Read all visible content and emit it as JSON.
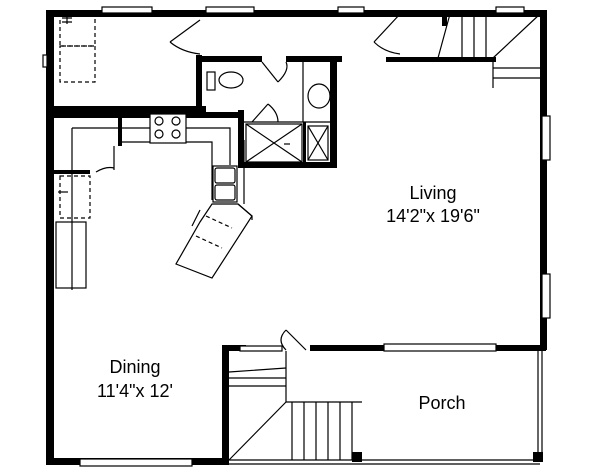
{
  "plan": {
    "type": "floor-plan",
    "rooms": [
      {
        "id": "living",
        "name": "Living",
        "dimensions": "14'2\"x 19'6\""
      },
      {
        "id": "dining",
        "name": "Dining",
        "dimensions": "11'4\"x 12'"
      },
      {
        "id": "porch",
        "name": "Porch",
        "dimensions": ""
      }
    ],
    "fixtures": [
      "washer-dryer",
      "toilet",
      "sink",
      "shower",
      "cooktop",
      "double-sink",
      "refrigerator",
      "stairs-up",
      "stairs-down"
    ],
    "colors": {
      "line": "#000000",
      "background": "#ffffff"
    }
  }
}
